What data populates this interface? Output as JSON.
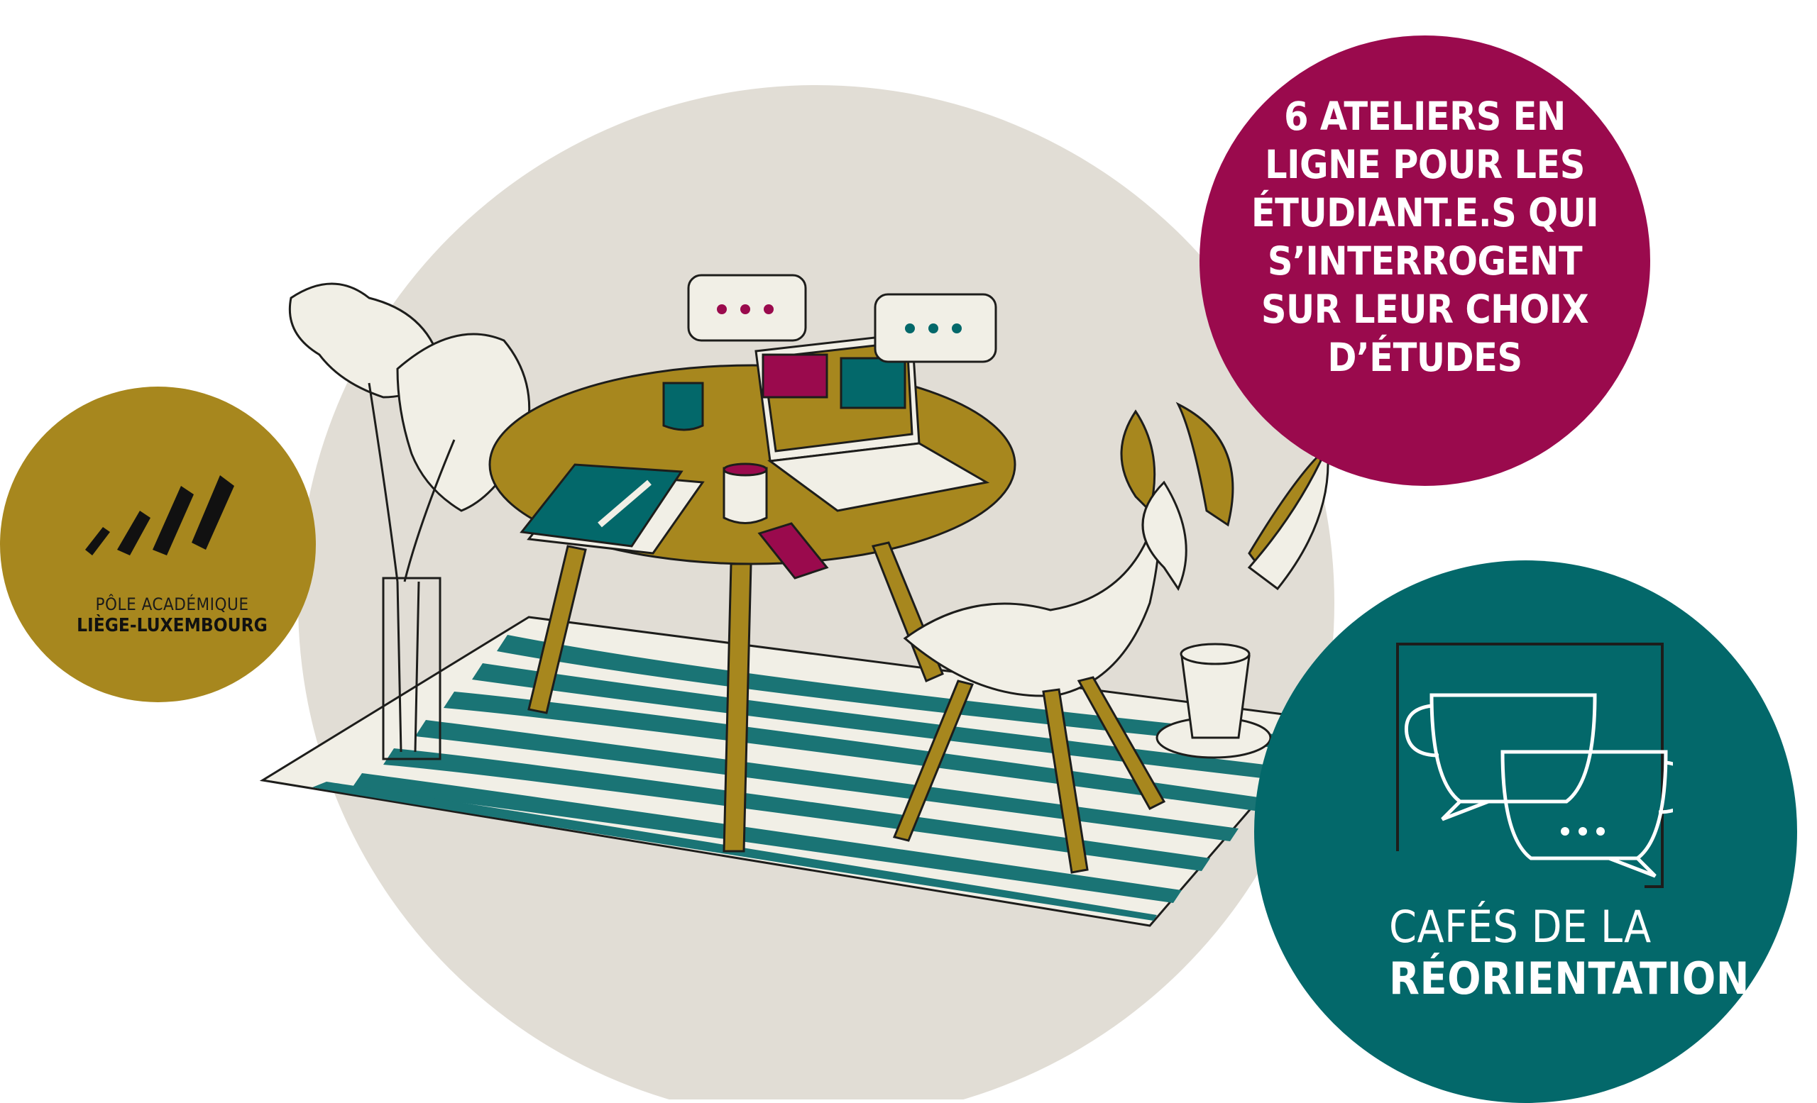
{
  "logo": {
    "line1": "PÔLE ACADÉMIQUE",
    "line2": "LIÈGE-LUXEMBOURG"
  },
  "info": {
    "lines": [
      "6 ATELIERS EN",
      "LIGNE POUR LES",
      "ÉTUDIANT.E.S QUI",
      "S’INTERROGENT",
      "SUR LEUR CHOIX",
      "D’ÉTUDES"
    ]
  },
  "cafe": {
    "title_word1": "CAFÉS",
    "title_word2": " DE LA",
    "title_line2": "RÉORIENTATION"
  },
  "colors": {
    "gold": "#a7871e",
    "magenta": "#9a0a4d",
    "teal": "#03686a",
    "beige": "#e1ddd5",
    "cream": "#f1efe6",
    "ink": "#1d1d1b"
  }
}
